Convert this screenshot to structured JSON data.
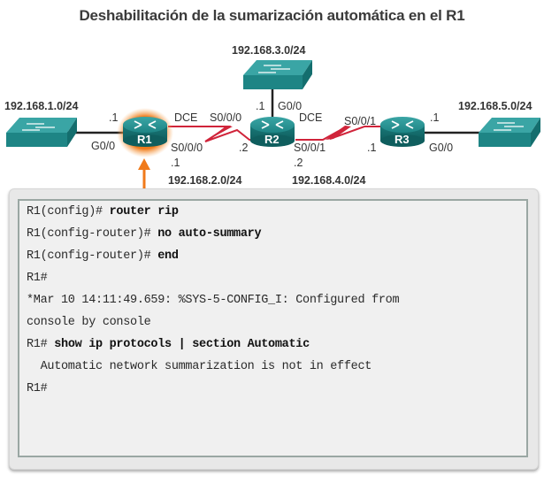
{
  "title": "Deshabilitación de la sumarización automática en el R1",
  "topology": {
    "routers": [
      {
        "name": "R1",
        "highlighted": true
      },
      {
        "name": "R2",
        "highlighted": false
      },
      {
        "name": "R3",
        "highlighted": false
      }
    ],
    "networks": {
      "lan_r1": "192.168.1.0/24",
      "lan_r2": "192.168.3.0/24",
      "lan_r3": "192.168.5.0/24",
      "wan_r1_r2": "192.168.2.0/24",
      "wan_r2_r3": "192.168.4.0/24"
    },
    "labels": {
      "r1_g0_host": ".1",
      "r1_g0_if": "G0/0",
      "r1_dce": "DCE",
      "r1_s0_if": "S0/0/0",
      "r1_s0_host": ".1",
      "r2_s000_if": "S0/0/0",
      "r2_s000_host": ".2",
      "r2_g0_host": ".1",
      "r2_g0_if": "G0/0",
      "r2_dce": "DCE",
      "r2_s001_if": "S0/0/1",
      "r2_s001_host": ".2",
      "r3_s001_if": "S0/0/1",
      "r3_s001_host": ".1",
      "r3_g0_host": ".1",
      "r3_g0_if": "G0/0"
    },
    "colors": {
      "device": "#1f8a8a",
      "serial_link": "#d0243a",
      "highlight": "#f07a1a"
    }
  },
  "terminal": {
    "lines": [
      {
        "prompt": "R1(config)# ",
        "command": "router rip"
      },
      {
        "prompt": "R1(config-router)# ",
        "command": "no auto-summary"
      },
      {
        "prompt": "R1(config-router)# ",
        "command": "end"
      },
      {
        "prompt": "R1#",
        "command": ""
      },
      {
        "prompt": "*Mar 10 14:11:49.659: %SYS-5-CONFIG_I: Configured from",
        "command": ""
      },
      {
        "prompt": "console by console",
        "command": ""
      },
      {
        "prompt": "R1# ",
        "command": "show ip protocols | section Automatic"
      },
      {
        "prompt": "  Automatic network summarization is not in effect",
        "command": ""
      },
      {
        "prompt": "R1#",
        "command": ""
      }
    ]
  }
}
